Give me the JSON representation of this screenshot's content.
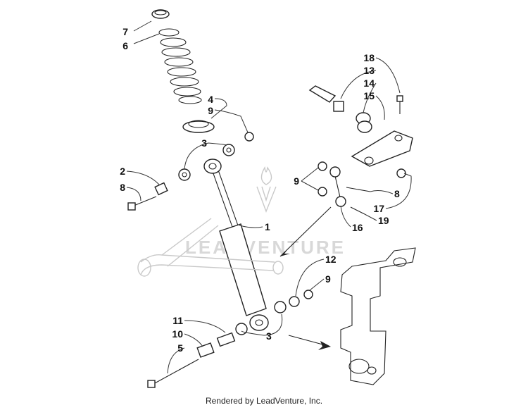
{
  "watermark": {
    "text": "LEADVENTURE"
  },
  "footer": {
    "text": "Rendered by LeadVenture, Inc."
  },
  "callouts": [
    "7",
    "6",
    "4",
    "9",
    "3",
    "2",
    "8",
    "1",
    "18",
    "13",
    "14",
    "15",
    "9",
    "8",
    "17",
    "16",
    "19",
    "12",
    "9",
    "11",
    "10",
    "5",
    "3"
  ]
}
